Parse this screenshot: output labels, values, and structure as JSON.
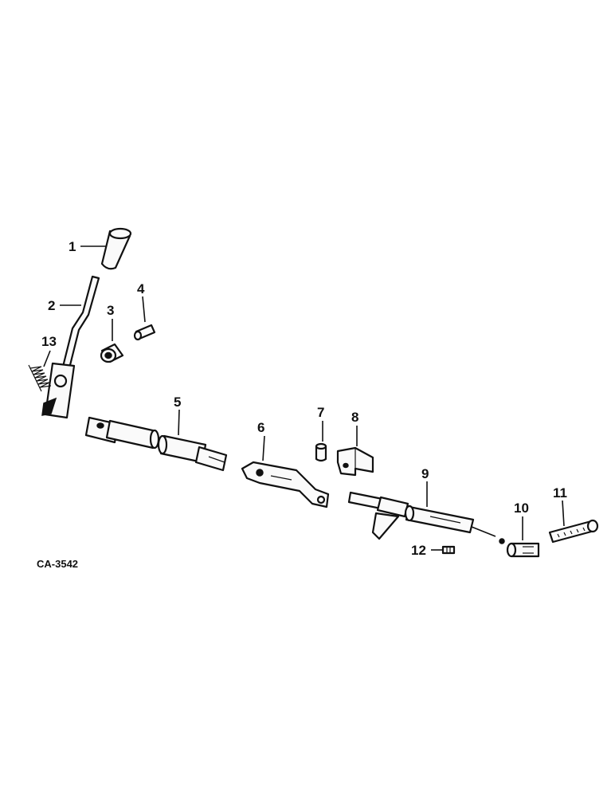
{
  "figure_code": "CA-3542",
  "callouts": {
    "c1": "1",
    "c2": "2",
    "c3": "3",
    "c4": "4",
    "c5": "5",
    "c6": "6",
    "c7": "7",
    "c8": "8",
    "c9": "9",
    "c10": "10",
    "c11": "11",
    "c12": "12",
    "c13": "13"
  }
}
